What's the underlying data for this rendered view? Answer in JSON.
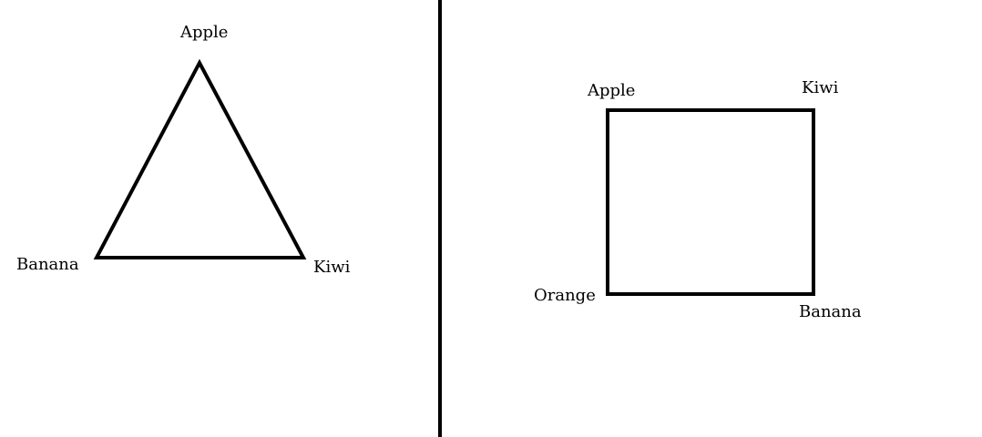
{
  "colors": {
    "background": "#ffffff",
    "stroke": "#000000"
  },
  "triangle_diagram": {
    "vertices": {
      "top": "Apple",
      "bottom_left": "Banana",
      "bottom_right": "Kiwi"
    }
  },
  "square_diagram": {
    "vertices": {
      "top_left": "Apple",
      "top_right": "Kiwi",
      "bottom_left": "Orange",
      "bottom_right": "Banana"
    }
  }
}
